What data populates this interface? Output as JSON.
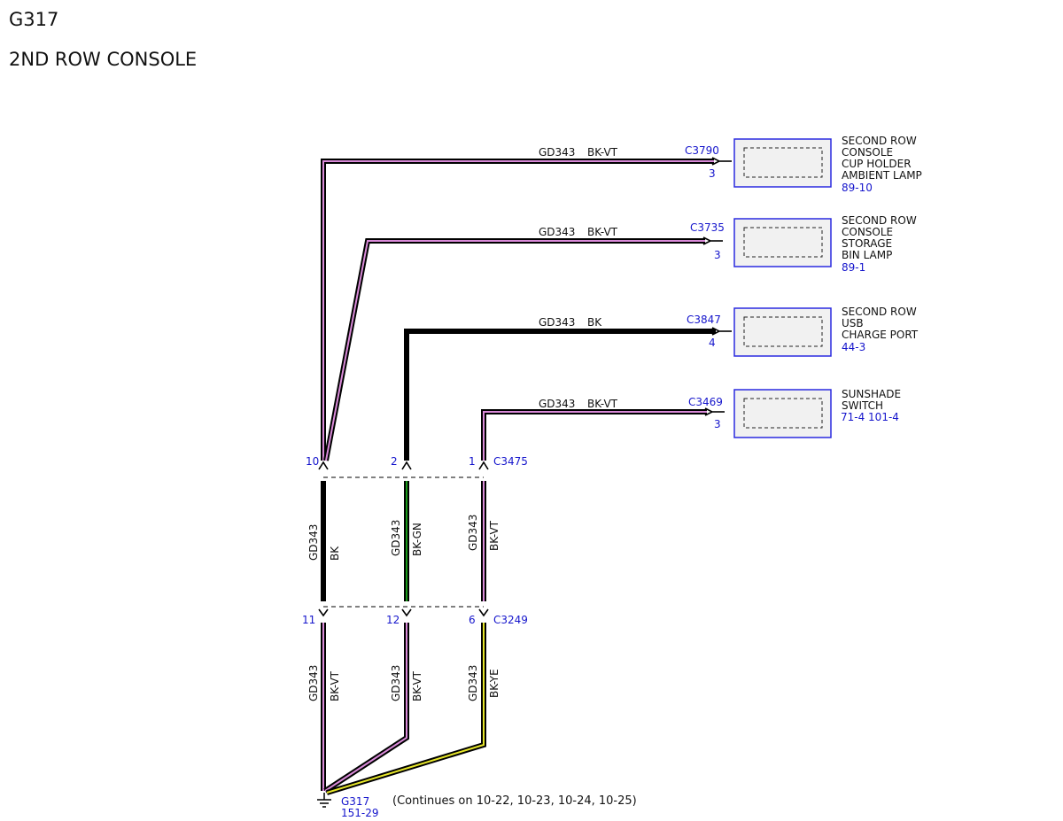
{
  "header": {
    "title": "G317",
    "subtitle": "2ND ROW CONSOLE"
  },
  "colors": {
    "black": "#000000",
    "violet": "#d98ad8",
    "green": "#1a9b1a",
    "yellow": "#e6e62a",
    "blue_text": "#1515cc",
    "component_fill": "#f1f1f1",
    "component_border": "#2a2ae0"
  },
  "components": [
    {
      "name_lines": [
        "SECOND ROW",
        "CONSOLE",
        "CUP HOLDER",
        "AMBIENT LAMP"
      ],
      "ref": "89-10",
      "connector": "C3790",
      "pin": "3",
      "circuit": "GD343",
      "color": "BK-VT"
    },
    {
      "name_lines": [
        "SECOND ROW",
        "CONSOLE",
        "STORAGE",
        "BIN LAMP"
      ],
      "ref": "89-1",
      "connector": "C3735",
      "pin": "3",
      "circuit": "GD343",
      "color": "BK-VT"
    },
    {
      "name_lines": [
        "SECOND ROW",
        "USB",
        "CHARGE PORT"
      ],
      "ref": "44-3",
      "connector": "C3847",
      "pin": "4",
      "circuit": "GD343",
      "color": "BK"
    },
    {
      "name_lines": [
        "SUNSHADE",
        "SWITCH"
      ],
      "ref": "71-4  101-4",
      "connector": "C3469",
      "pin": "3",
      "circuit": "GD343",
      "color": "BK-VT"
    }
  ],
  "connector_c3475": {
    "name": "C3475",
    "pins": [
      "10",
      "2",
      "1"
    ]
  },
  "mid_wires": [
    {
      "circuit": "GD343",
      "color": "BK"
    },
    {
      "circuit": "GD343",
      "color": "BK-GN"
    },
    {
      "circuit": "GD343",
      "color": "BK-VT"
    }
  ],
  "connector_c3249": {
    "name": "C3249",
    "pins": [
      "11",
      "12",
      "6"
    ]
  },
  "low_wires": [
    {
      "circuit": "GD343",
      "color": "BK-VT"
    },
    {
      "circuit": "GD343",
      "color": "BK-VT"
    },
    {
      "circuit": "GD343",
      "color": "BK-YE"
    }
  ],
  "ground": {
    "name": "G317",
    "ref": "151-29",
    "note": "(Continues on 10-22, 10-23, 10-24, 10-25)"
  }
}
